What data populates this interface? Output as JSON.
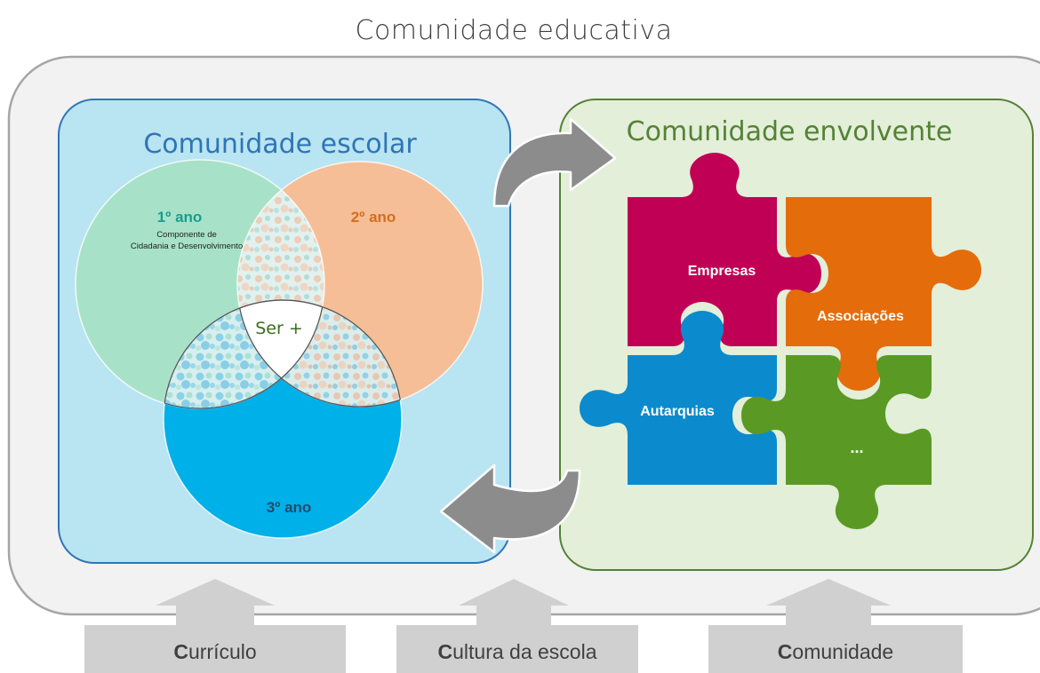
{
  "title": "Comunidade educativa",
  "school": {
    "title": "Comunidade escolar",
    "year1": {
      "label": "1º ano",
      "subtitle_line1": "Componente de",
      "subtitle_line2": "Cidadania e Desenvolvimento"
    },
    "year2": {
      "label": "2º ano"
    },
    "year3": {
      "label": "3º ano"
    },
    "center": "Ser +"
  },
  "surrounding": {
    "title": "Comunidade envolvente",
    "pieces": {
      "empresas": "Empresas",
      "associacoes": "Associações",
      "autarquias": "Autarquias",
      "more": "..."
    }
  },
  "bottom": [
    {
      "initial": "C",
      "rest": "urrículo"
    },
    {
      "initial": "C",
      "rest": "ultura da escola"
    },
    {
      "initial": "C",
      "rest": "omunidade"
    }
  ],
  "colors": {
    "school_bg": "#b9e4f1",
    "school_border": "#2e75b6",
    "surrounding_bg": "#e3efd9",
    "surrounding_border": "#548235",
    "circle1": "#a7e2c8",
    "circle2": "#f5be96",
    "circle3": "#00b0e8",
    "empresas": "#c00055",
    "associacoes": "#e46c0a",
    "autarquias": "#0b8bcd",
    "more": "#5a9a24"
  }
}
